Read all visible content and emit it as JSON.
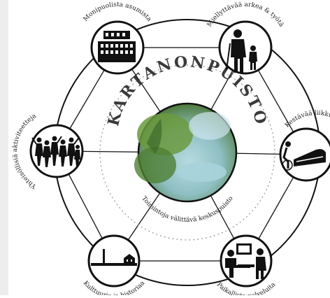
{
  "diagram": {
    "title": "KARTANONPUISTO",
    "center_label": "Toimintoja välittävä keskuspuisto",
    "themes": [
      {
        "id": "housing",
        "label": "Monipuolista asumista",
        "icon": "apartment-building-icon"
      },
      {
        "id": "everyday",
        "label": "Miellyttävää arkea & työtä",
        "icon": "elderly-with-child-icon"
      },
      {
        "id": "mobility",
        "label": "Kestävää liikkumista",
        "icon": "cyclist-and-train-icon"
      },
      {
        "id": "services",
        "label": "Paikallista palveluita",
        "icon": "service-counter-icon"
      },
      {
        "id": "culture",
        "label": "Kulttuuria ja historiaa",
        "icon": "manor-building-icon"
      },
      {
        "id": "community",
        "label": "Yhteisöllisiä aktiviteetteja",
        "icon": "dancing-crowd-icon"
      }
    ],
    "colors": {
      "ink": "#111111",
      "dotted": "#9a9a9a",
      "water": "#a8cfd9",
      "foliage": "#5f8d3a"
    }
  }
}
